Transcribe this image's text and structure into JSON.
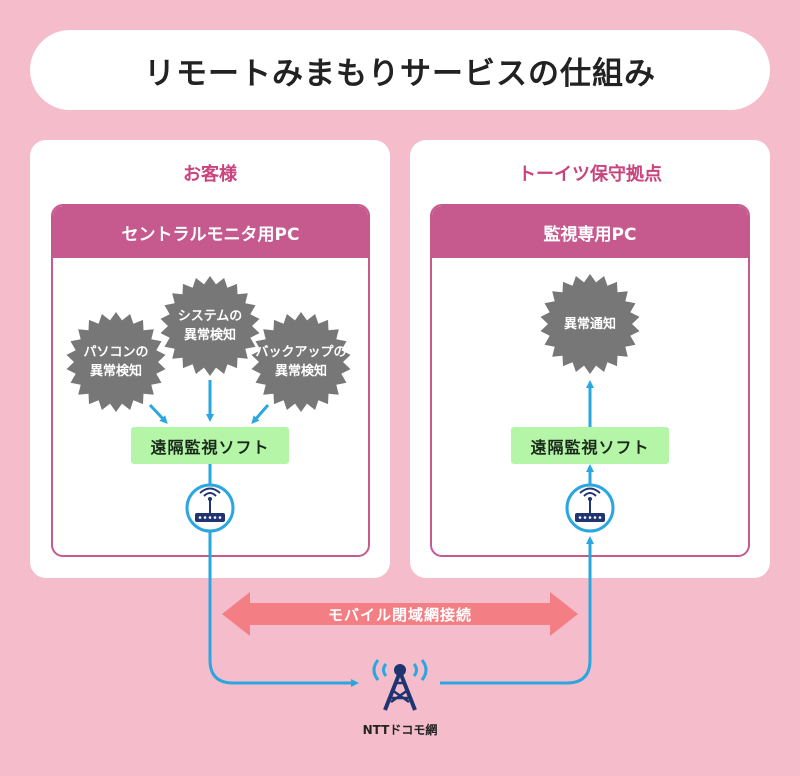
{
  "title": "リモートみまもりサービスの仕組み",
  "left_panel": {
    "heading": "お客様",
    "pc_title": "セントラルモニタ用PC",
    "bursts": {
      "pc": [
        "パソコンの",
        "異常検知"
      ],
      "system": [
        "システムの",
        "異常検知"
      ],
      "backup": [
        "バックアップの",
        "異常検知"
      ]
    },
    "software": "遠隔監視ソフト"
  },
  "right_panel": {
    "heading": "トーイツ保守拠点",
    "pc_title": "監視専用PC",
    "burst": "異常通知",
    "software": "遠隔監視ソフト"
  },
  "network": {
    "label": "モバイル閉域網接続",
    "tower_label": "NTTドコモ網"
  },
  "colors": {
    "background": "#f5bccb",
    "accent_pink": "#c65a8f",
    "heading_pink": "#c9437d",
    "software_green": "#b4f5a8",
    "line_blue": "#2aa7e0",
    "router_navy": "#1f3471",
    "burst_gray": "#777777",
    "arrow_red": "#f37f84"
  }
}
